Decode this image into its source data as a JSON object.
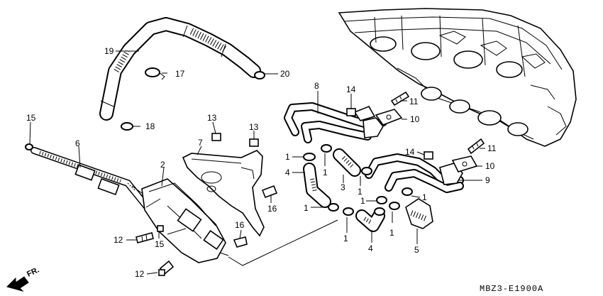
{
  "diagram": {
    "code": "MBZ3-E1900A",
    "direction_label": "FR.",
    "callouts": [
      "19",
      "17",
      "20",
      "18",
      "15",
      "6",
      "2",
      "7",
      "13",
      "13",
      "16",
      "16",
      "12",
      "15",
      "12",
      "8",
      "14",
      "11",
      "10",
      "11",
      "14",
      "10",
      "9",
      "1",
      "1",
      "4",
      "3",
      "1",
      "1",
      "1",
      "1",
      "1",
      "1",
      "4",
      "5"
    ]
  }
}
